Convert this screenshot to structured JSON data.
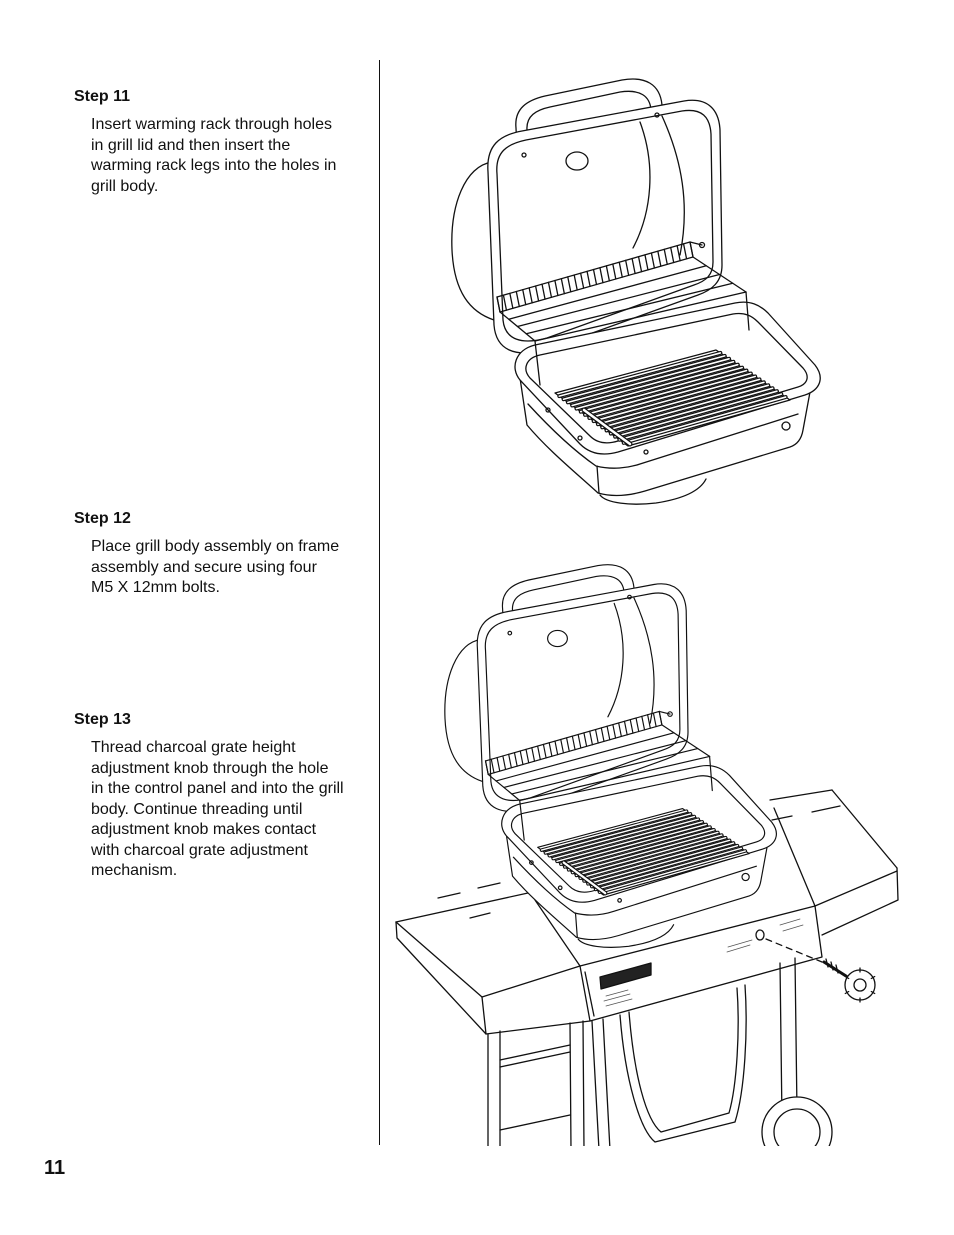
{
  "steps": [
    {
      "heading": "Step 11",
      "lines": [
        "Insert warming rack through holes",
        "in grill lid and then insert the",
        "warming rack legs into the holes in",
        "grill body."
      ]
    },
    {
      "heading": "Step 12",
      "lines": [
        "Place grill body assembly on frame",
        "assembly and secure using four",
        "M5 X 12mm bolts."
      ]
    },
    {
      "heading": "Step 13",
      "lines": [
        "Thread charcoal grate height",
        "adjustment knob through the hole",
        "in the control panel and into the grill",
        "body. Continue threading until",
        "adjustment knob makes contact",
        "with charcoal grate adjustment",
        "mechanism."
      ]
    }
  ],
  "page_number": "11",
  "colors": {
    "ink": "#111111",
    "paper": "#ffffff"
  }
}
